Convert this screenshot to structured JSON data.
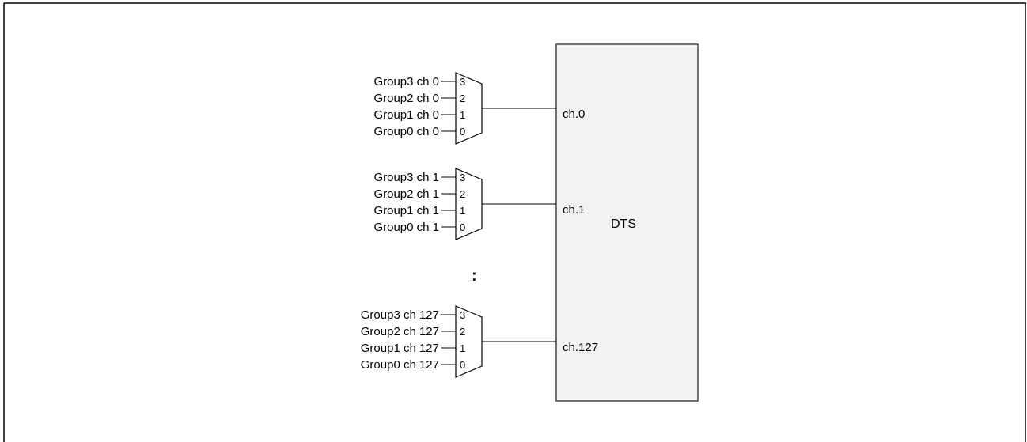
{
  "block": {
    "label": "DTS",
    "fill": "#f2f2f2",
    "stroke": "#444444"
  },
  "ellipsis": ":",
  "mux_groups": [
    {
      "port": "ch.0",
      "inputs": [
        {
          "label": "Group3 ch 0",
          "pin": "3"
        },
        {
          "label": "Group2 ch 0",
          "pin": "2"
        },
        {
          "label": "Group1 ch 0",
          "pin": "1"
        },
        {
          "label": "Group0 ch 0",
          "pin": "0"
        }
      ]
    },
    {
      "port": "ch.1",
      "inputs": [
        {
          "label": "Group3 ch 1",
          "pin": "3"
        },
        {
          "label": "Group2 ch 1",
          "pin": "2"
        },
        {
          "label": "Group1 ch 1",
          "pin": "1"
        },
        {
          "label": "Group0 ch 1",
          "pin": "0"
        }
      ]
    },
    {
      "port": "ch.127",
      "inputs": [
        {
          "label": "Group3 ch 127",
          "pin": "3"
        },
        {
          "label": "Group2 ch 127",
          "pin": "2"
        },
        {
          "label": "Group1 ch 127",
          "pin": "1"
        },
        {
          "label": "Group0 ch 127",
          "pin": "0"
        }
      ]
    }
  ]
}
